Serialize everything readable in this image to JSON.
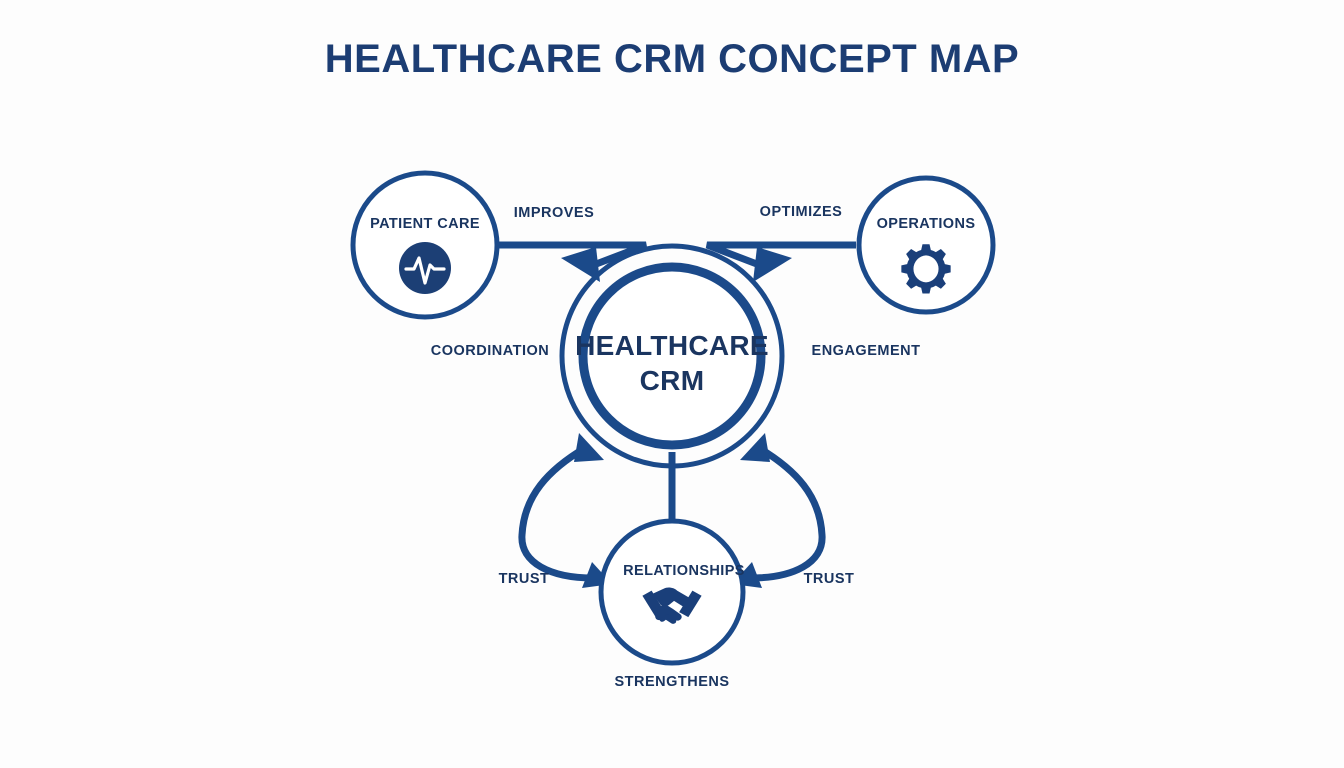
{
  "page": {
    "title": "HEALTHCARE CRM CONCEPT MAP",
    "background_color": "#fdfdfd",
    "accent_color": "#1b4a8a",
    "text_color": "#1a3560"
  },
  "center_node": {
    "name": "healthcare-crm",
    "line1": "HEALTHCARE",
    "line2": "CRM"
  },
  "nodes": [
    {
      "id": "patient-care",
      "label": "PATIENT CARE",
      "icon": "pulse-icon",
      "position": "top-left"
    },
    {
      "id": "operations",
      "label": "OPERATIONS",
      "icon": "gear-icon",
      "position": "top-right"
    },
    {
      "id": "relationships",
      "label": "RELATIONSHIPS",
      "icon": "handshake-icon",
      "position": "bottom-center"
    }
  ],
  "edge_labels": {
    "improves": "IMPROVES",
    "optimizes": "OPTIMIZES",
    "coordination": "COORDINATION",
    "engagement": "ENGAGEMENT",
    "trust_left": "TRUST",
    "trust_right": "TRUST",
    "strengthens": "STRENGTHENS"
  },
  "chart_data": {
    "type": "diagram",
    "title": "HEALTHCARE CRM CONCEPT MAP",
    "diagram_kind": "concept-map",
    "central_concept": "HEALTHCARE CRM",
    "concepts": [
      "PATIENT CARE",
      "OPERATIONS",
      "RELATIONSHIPS",
      "HEALTHCARE CRM"
    ],
    "relations": [
      {
        "from": "PATIENT CARE",
        "to": "HEALTHCARE CRM",
        "label": "IMPROVES",
        "arrow": "single"
      },
      {
        "from": "OPERATIONS",
        "to": "HEALTHCARE CRM",
        "label": "OPTIMIZES",
        "arrow": "single"
      },
      {
        "from": "HEALTHCARE CRM",
        "to": "RELATIONSHIPS",
        "label": "TRUST",
        "arrow": "double",
        "side": "left"
      },
      {
        "from": "HEALTHCARE CRM",
        "to": "RELATIONSHIPS",
        "label": "TRUST",
        "arrow": "double",
        "side": "right"
      },
      {
        "from": "RELATIONSHIPS",
        "to": "HEALTHCARE CRM",
        "label": "STRENGTHENS",
        "arrow": "line"
      }
    ],
    "standalone_labels": [
      "COORDINATION",
      "ENGAGEMENT"
    ]
  }
}
